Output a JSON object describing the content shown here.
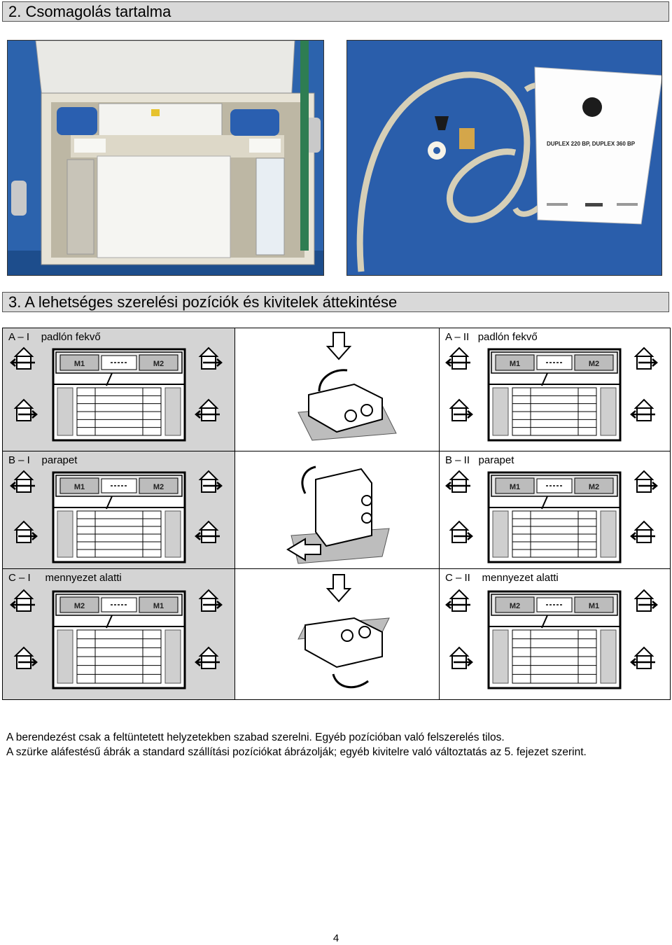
{
  "sections": {
    "contents_title": "2. Csomagolás tartalma",
    "positions_title": "3. A lehetséges szerelési pozíciók és kivitelek áttekintése"
  },
  "photos": {
    "manual_title": "DUPLEX 220 BP, DUPLEX 360 BP"
  },
  "positions": {
    "a1": "A – I    padlón fekvő",
    "a2": "A – II   padlón fekvő",
    "b1": "B – I    parapet",
    "b2": "B – II   parapet",
    "c1": "C – I     mennyezet alatti",
    "c2": "C – II    mennyezet alatti"
  },
  "diagram_labels": {
    "m1": "M1",
    "m2": "M2"
  },
  "body": {
    "line1": "A berendezést csak a feltüntetett helyzetekben szabad szerelni. Egyéb pozícióban való felszerelés tilos.",
    "line2": "A szürke aláfestésű ábrák a standard szállítási  pozíciókat ábrázolják; egyéb kivitelre való változtatás  az 5. fejezet szerint."
  },
  "page_number": "4",
  "colors": {
    "standard_fill": "#d4d4d4",
    "header_fill": "#d9d9d9"
  }
}
